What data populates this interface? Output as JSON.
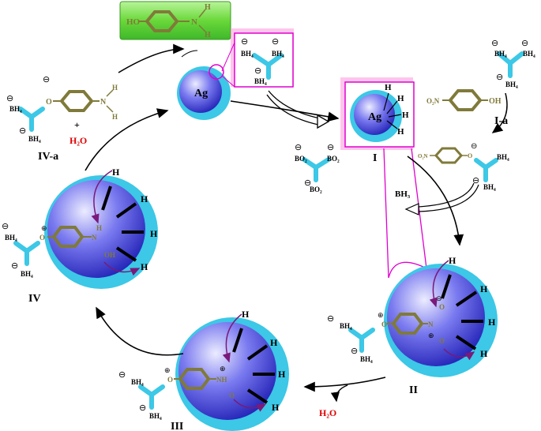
{
  "colors": {
    "sphere_inner": "#3030c8",
    "sphere_highlight": "#e6e6ff",
    "shell": "#3cc8e6",
    "y_shape": "#3cc8e6",
    "ring": "#807a3a",
    "arrow_curved": "#7a1a7a",
    "box_magenta": "#e000d0",
    "box_pink_shadow": "#ffa0e0",
    "product_fill": "#70e040",
    "red_text": "#e00000"
  },
  "labels": {
    "ag": "Ag",
    "stage_I": "I",
    "stage_Ia": "I-a",
    "stage_II": "II",
    "stage_III": "III",
    "stage_IV": "IV",
    "stage_IVa": "IV-a",
    "h2o": "H₂O",
    "plus": "+",
    "bh4": "BH₄",
    "bh3": "BH₃",
    "bo2": "BO₂",
    "h": "H",
    "o": "O",
    "n": "N",
    "ho": "HO",
    "oh": "OH",
    "o2n": "O₂N",
    "nh": "NH",
    "minus": "⊖",
    "plus_circle": "⊕"
  }
}
